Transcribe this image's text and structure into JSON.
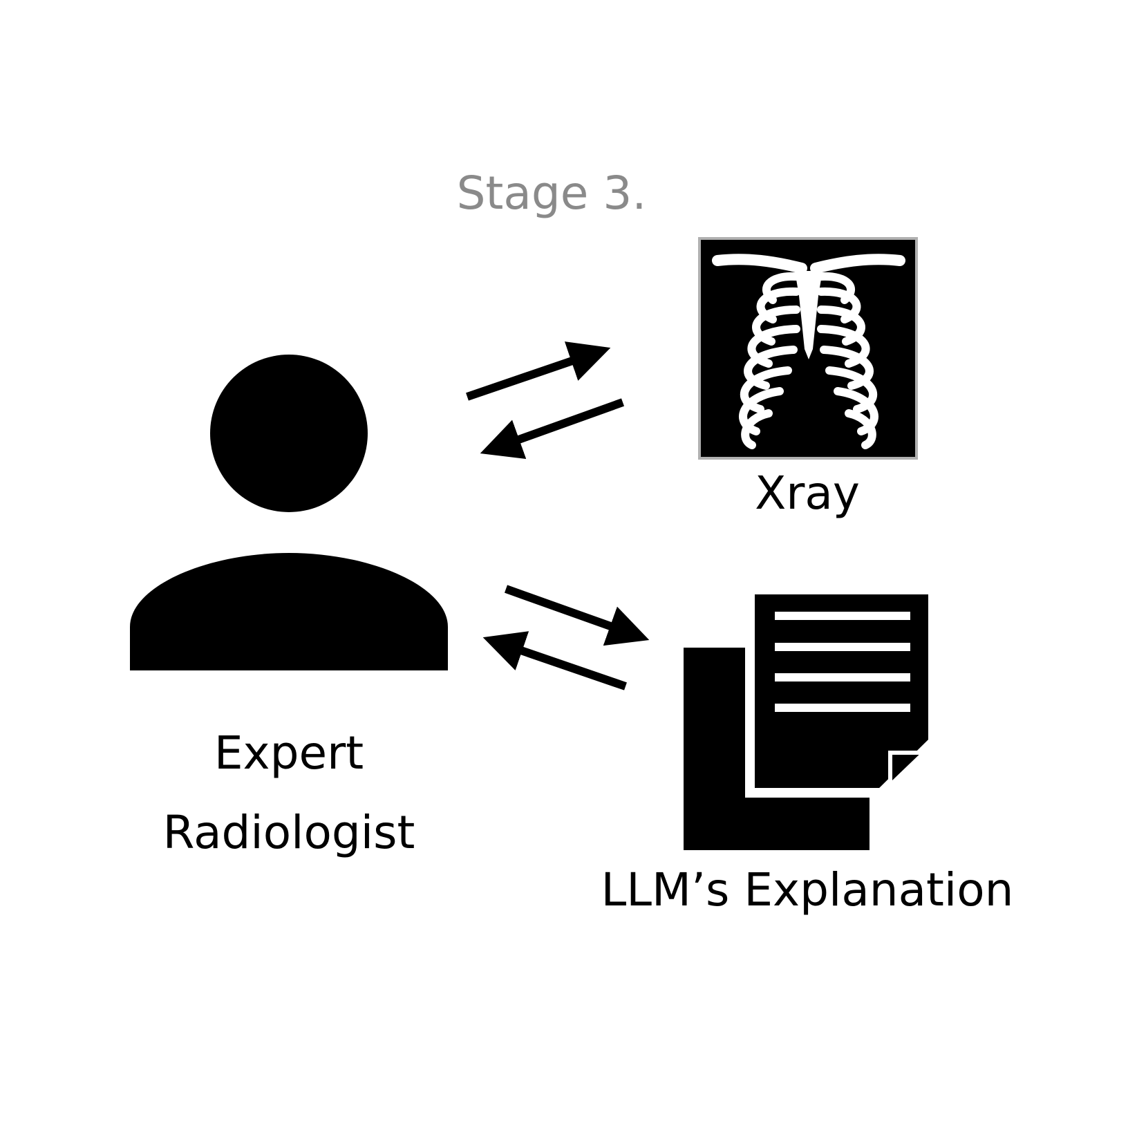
{
  "stage_title": "Stage 3.",
  "actor": {
    "label_line1": "Expert",
    "label_line2": "Radiologist",
    "icon": "person-icon"
  },
  "xray": {
    "label": "Xray",
    "icon": "chest-xray-icon"
  },
  "explanation": {
    "label": "LLM’s Explanation",
    "icon": "documents-icon"
  },
  "colors": {
    "foreground": "#000000",
    "background": "#ffffff",
    "stage_title": "#8a8a8a"
  }
}
